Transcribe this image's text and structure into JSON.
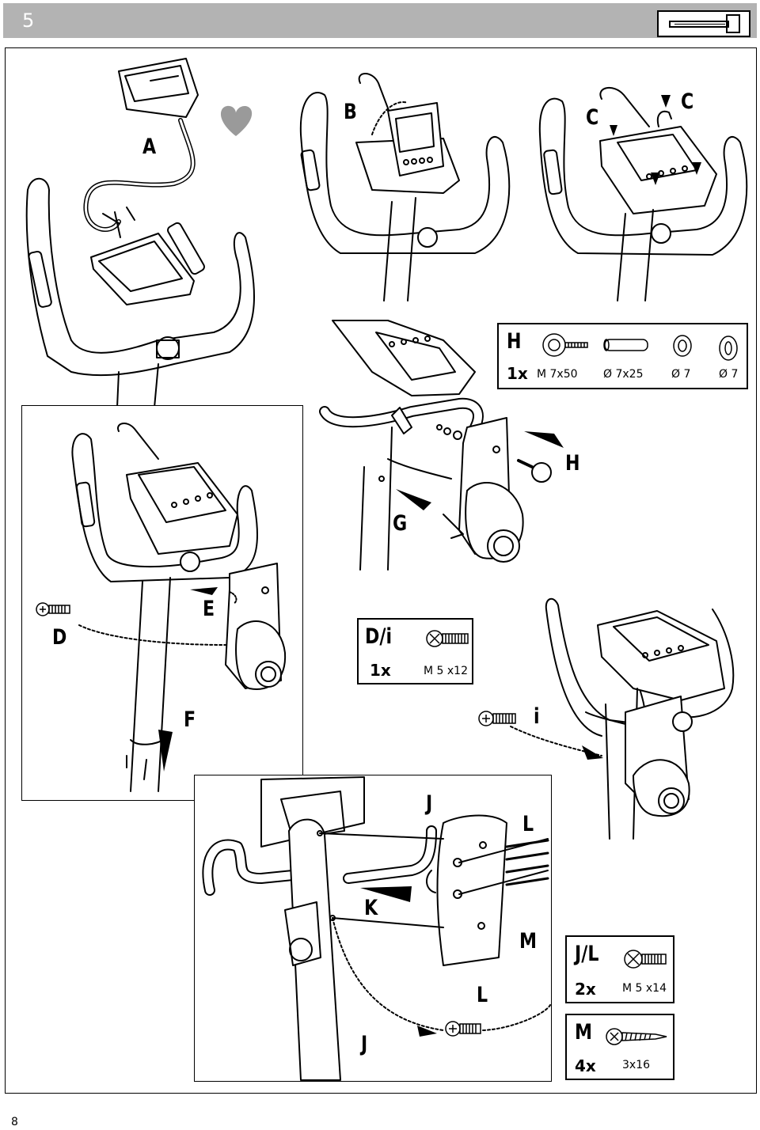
{
  "header": {
    "step": "5",
    "tool_icon": "allen-key-icon"
  },
  "labels": {
    "A": "A",
    "B": "B",
    "C1": "C",
    "C2": "C",
    "D": "D",
    "E": "E",
    "F": "F",
    "G": "G",
    "H": "H",
    "i": "i",
    "J1": "J",
    "J2": "J",
    "K": "K",
    "L1": "L",
    "L2": "L",
    "M": "M"
  },
  "parts_h": {
    "letter": "H",
    "qty": "1x",
    "items": [
      {
        "icon": "knob-bolt-icon",
        "spec": "M 7x50"
      },
      {
        "icon": "sleeve-icon",
        "spec": "Ø 7x25"
      },
      {
        "icon": "curved-washer-icon",
        "spec": "Ø 7"
      },
      {
        "icon": "flat-washer-icon",
        "spec": "Ø 7"
      }
    ]
  },
  "parts_di": {
    "letter": "D/i",
    "qty": "1x",
    "spec": "M 5 x12",
    "icon": "screw-icon"
  },
  "parts_jl": {
    "letter": "J/L",
    "qty": "2x",
    "spec": "M 5 x14",
    "icon": "screw-icon"
  },
  "parts_m": {
    "letter": "M",
    "qty": "4x",
    "spec": "3x16",
    "icon": "wood-screw-icon"
  },
  "page_number": "8"
}
